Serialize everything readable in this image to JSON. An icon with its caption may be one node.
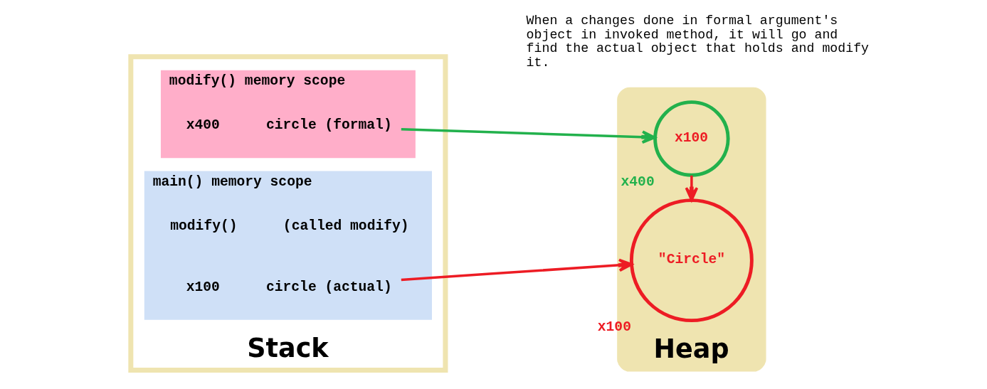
{
  "diagram": {
    "nodes": [
      {
        "text": [
          "Stack"
        ]
      },
      {
        "text": [
          "modify() memory scope"
        ],
        "in": 0
      },
      {
        "text": [
          "x400"
        ],
        "in": 1,
        "beside": [
          "circle (formal)"
        ]
      },
      {
        "text": [
          "main() memory scope"
        ],
        "in": 0
      },
      {
        "text": [
          "modify()"
        ],
        "in": 3,
        "beside": [
          "(called modify)"
        ]
      },
      {
        "text": [
          "x100"
        ],
        "in": 3,
        "beside": [
          "circle (actual)"
        ]
      },
      {
        "text": [
          "Heap"
        ]
      },
      {
        "text": [
          "x100"
        ],
        "in": 6,
        "beside": [
          "x400"
        ]
      },
      {
        "text": [
          "\"Circle\""
        ],
        "in": 6,
        "beside": [
          "x100"
        ]
      }
    ],
    "edges": [
      {
        "from": 2,
        "to": 7,
        "arrow": "to",
        "color": "#22b14c"
      },
      {
        "from": 7,
        "to": 8,
        "arrow": "to",
        "color": "#ed1c24"
      },
      {
        "from": 5,
        "to": 8,
        "arrow": "to",
        "color": "#ed1c24"
      }
    ],
    "labels": [
      "When a changes done in formal argument's object in invoked method, it will go and find the actual object that holds and modify it."
    ]
  }
}
